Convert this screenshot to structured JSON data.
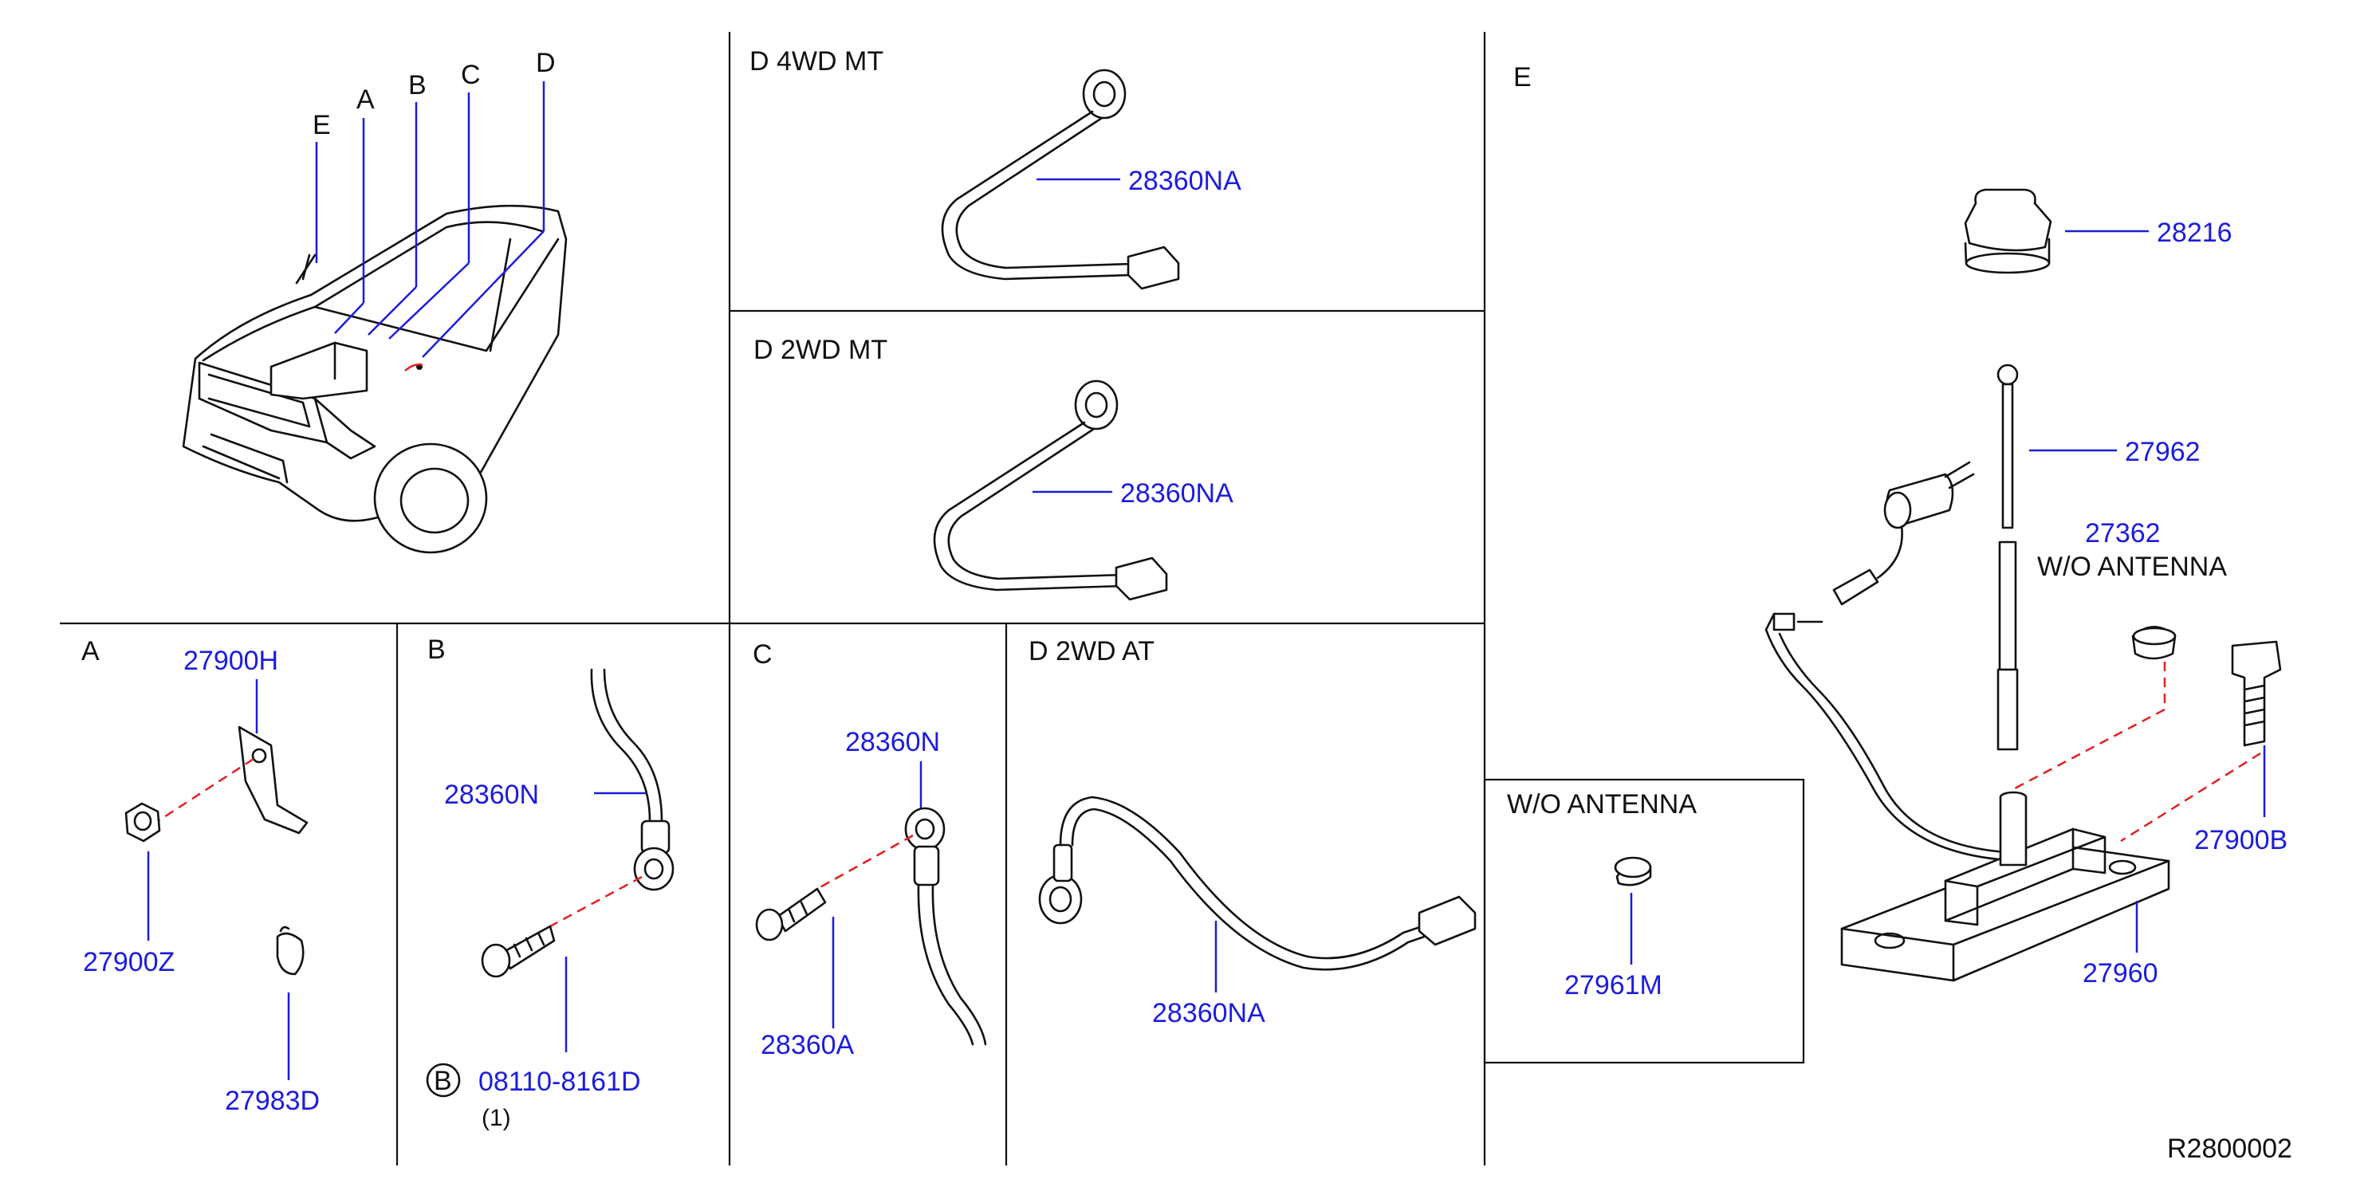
{
  "vehicle_callouts": [
    "E",
    "A",
    "B",
    "C",
    "D"
  ],
  "panels": {
    "d_4wd_mt": {
      "title": "D   4WD   MT",
      "part": "28360NA"
    },
    "d_2wd_mt": {
      "title": "D   2WD   MT",
      "part": "28360NA"
    },
    "e": {
      "title": "E",
      "parts": [
        "28216",
        "27962",
        "27362",
        "27900B",
        "27960"
      ],
      "note": "W/O   ANTENNA"
    },
    "a": {
      "title": "A",
      "parts": [
        "27900H",
        "27900Z",
        "27983D"
      ]
    },
    "b": {
      "title": "B",
      "part": "28360N",
      "screw_part": "08110-8161D",
      "screw_symbol": "B",
      "quantity": "(1)"
    },
    "c": {
      "title": "C",
      "parts": [
        "28360N",
        "28360A"
      ]
    },
    "d_2wd_at": {
      "title": "D   2WD   AT",
      "part": "28360NA"
    },
    "wo_antenna": {
      "title": "W/O   ANTENNA",
      "part": "27961M"
    }
  },
  "diagram_code": "R2800002",
  "colors": {
    "part_number": "#1c1cdc",
    "text": "#111111",
    "guide_dash": "#e02020"
  }
}
